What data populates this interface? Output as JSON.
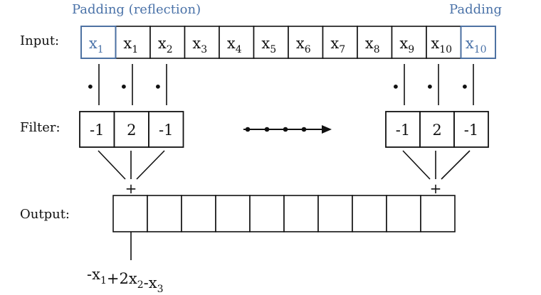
{
  "labels": {
    "input": "Input:",
    "filter": "Filter:",
    "output": "Output:",
    "padding_left": "Padding (reflection)",
    "padding_right": "Padding"
  },
  "input_cells": [
    {
      "base": "x",
      "sub": "1",
      "padding": true
    },
    {
      "base": "x",
      "sub": "1",
      "padding": false
    },
    {
      "base": "x",
      "sub": "2",
      "padding": false
    },
    {
      "base": "x",
      "sub": "3",
      "padding": false
    },
    {
      "base": "x",
      "sub": "4",
      "padding": false
    },
    {
      "base": "x",
      "sub": "5",
      "padding": false
    },
    {
      "base": "x",
      "sub": "6",
      "padding": false
    },
    {
      "base": "x",
      "sub": "7",
      "padding": false
    },
    {
      "base": "x",
      "sub": "8",
      "padding": false
    },
    {
      "base": "x",
      "sub": "9",
      "padding": false
    },
    {
      "base": "x",
      "sub": "10",
      "padding": false
    },
    {
      "base": "x",
      "sub": "10",
      "padding": true
    }
  ],
  "filter_values": [
    "-1",
    "2",
    "-1"
  ],
  "output_cell_count": 10,
  "plus_sign": "+",
  "dot_symbol": "•",
  "formula": [
    {
      "text": "-x",
      "sub": "1"
    },
    {
      "text": "+2x",
      "sub": "2"
    },
    {
      "text": "-x",
      "sub": "3"
    }
  ],
  "colors": {
    "padding": "#4a72a8",
    "ink": "#111111"
  }
}
